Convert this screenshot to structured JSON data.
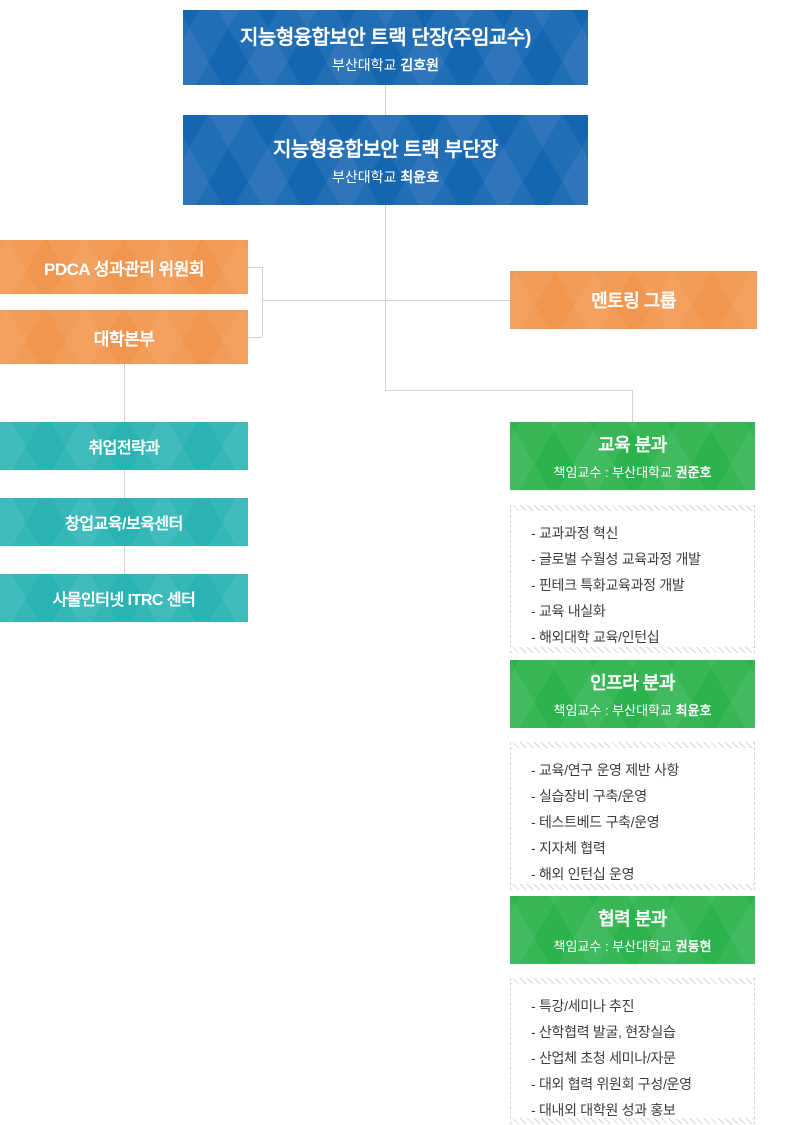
{
  "top_boxes": [
    {
      "title": "지능형융합보안 트랙 단장(주임교수)",
      "org": "부산대학교",
      "name": "김호원"
    },
    {
      "title": "지능형융합보안 트랙 부단장",
      "org": "부산대학교",
      "name": "최윤호"
    }
  ],
  "committees": {
    "pdca": "PDCA 성과관리 위원회",
    "hq": "대학본부"
  },
  "mentoring": {
    "label": "멘토링 그룹"
  },
  "support_units": [
    "취업전략과",
    "창업교육/보육센터",
    "사물인터넷 ITRC 센터"
  ],
  "divisions": [
    {
      "title": "교육 분과",
      "lead_label": "책임교수 : 부산대학교",
      "lead_name": "권준호",
      "items": [
        "- 교과과정 혁신",
        "- 글로벌 수월성 교육과정 개발",
        "- 핀테크 특화교육과정 개발",
        "- 교육 내실화",
        "- 해외대학 교육/인턴십"
      ]
    },
    {
      "title": "인프라 분과",
      "lead_label": "책임교수 : 부산대학교",
      "lead_name": "최윤호",
      "items": [
        "- 교육/연구 운영 제반 사항",
        "- 실습장비 구축/운영",
        "- 테스트베드 구축/운영",
        "- 지자체 협력",
        "- 해외 인턴십 운영"
      ]
    },
    {
      "title": "협력 분과",
      "lead_label": "책임교수 : 부산대학교",
      "lead_name": "권동현",
      "items": [
        "- 특강/세미나 추진",
        "- 산학협력 발굴, 현장실습",
        "- 산업체 초청 세미나/자문",
        "- 대외 협력 위원회 구성/운영",
        "- 대내외 대학원 성과 홍보"
      ]
    }
  ],
  "colors": {
    "blue": "#1566b1",
    "orange": "#f0964e",
    "teal": "#2ab3b3",
    "green": "#2cb34d",
    "line": "#cfd3d8"
  }
}
